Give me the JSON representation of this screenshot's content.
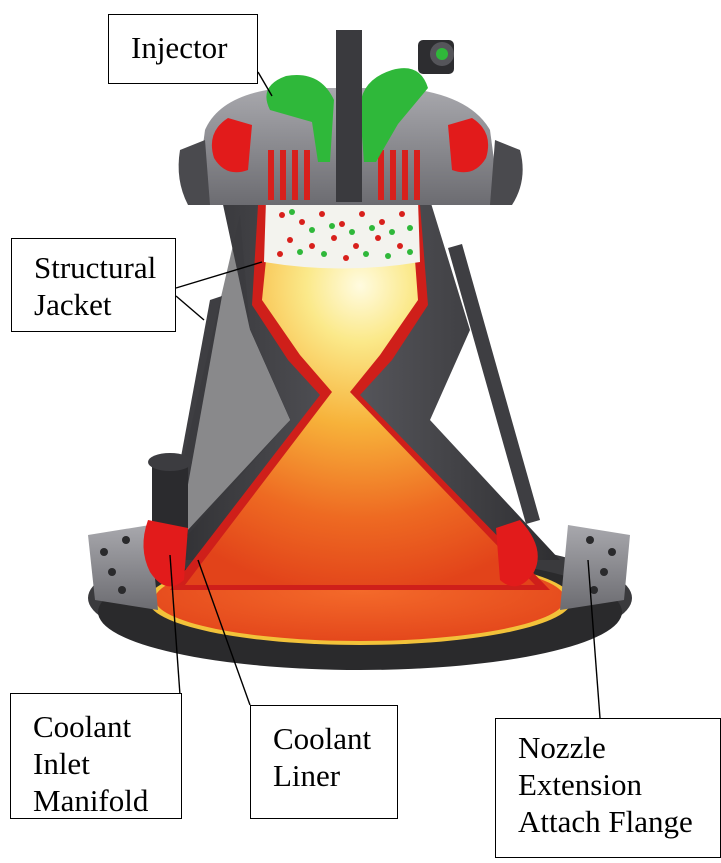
{
  "labels": {
    "injector": "Injector",
    "structural_jacket": [
      "Structural",
      "Jacket"
    ],
    "coolant_inlet_manifold": [
      "Coolant",
      "Inlet",
      "Manifold"
    ],
    "coolant_liner": [
      "Coolant",
      "Liner"
    ],
    "nozzle_extension_attach_flange": [
      "Nozzle",
      "Extension",
      "Attach Flange"
    ]
  },
  "colors": {
    "jacket_gray": "#4a4a4d",
    "flange_gray": "#8a8a8e",
    "liner_red": "#d8201c",
    "manifold_red": "#e21b1b",
    "injector_green": "#2fb83a",
    "flame_core": "#fff4b0",
    "flame_edge": "#e8421c"
  }
}
